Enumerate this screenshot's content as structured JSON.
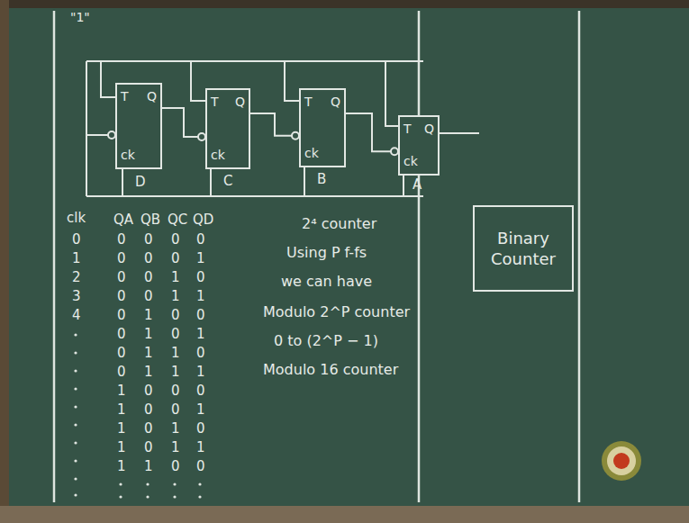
{
  "diagram": {
    "nodes": [
      {
        "text": [
          "T",
          "Q",
          "ck"
        ]
      },
      {
        "text": [
          "T",
          "Q",
          "ck"
        ]
      },
      {
        "text": [
          "T",
          "Q",
          "ck"
        ]
      },
      {
        "text": [
          "T",
          "Q",
          "ck"
        ]
      },
      {
        "text": [
          "Binary Counter"
        ]
      }
    ],
    "edges": [
      {
        "from": 0,
        "to": 1,
        "arrow": "none"
      },
      {
        "from": 1,
        "to": 2,
        "arrow": "none"
      },
      {
        "from": 2,
        "to": 3,
        "arrow": "none"
      }
    ],
    "labels": [
      "\"1\"",
      "D",
      "C",
      "B",
      "A",
      "clk",
      "QA",
      "QB",
      "QC",
      "QD",
      "0",
      "1",
      "2",
      "3",
      "4",
      "0",
      "0",
      "0",
      "0",
      "0",
      "0",
      "0",
      "1",
      "0",
      "0",
      "1",
      "0",
      "0",
      "0",
      "1",
      "1",
      "0",
      "1",
      "0",
      "0",
      "0",
      "1",
      "0",
      "1",
      "0",
      "1",
      "1",
      "0",
      "0",
      "1",
      "1",
      "1",
      "1",
      "0",
      "0",
      "0",
      "1",
      "0",
      "0",
      "1",
      "1",
      "0",
      "1",
      "0",
      "1",
      "0",
      "1",
      "1",
      "1",
      "1",
      "0",
      "0",
      "2⁴ counter",
      "Using P f-fs",
      "we can have",
      "Modulo 2^P counter",
      "0 to (2^P − 1)",
      "Modulo 16 counter"
    ]
  }
}
